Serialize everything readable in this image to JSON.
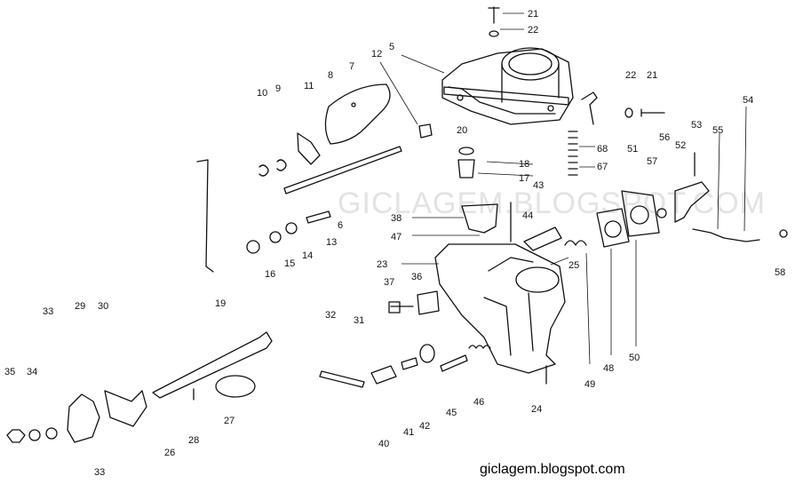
{
  "watermark": "GICLAGEM.BLOGSPOT.COM",
  "footer": "giclagem.blogspot.com",
  "colors": {
    "ink": "#111111",
    "watermark": "#e3e3e3",
    "background": "#ffffff"
  },
  "labels": {
    "l21a": "21",
    "l22a": "22",
    "l5": "5",
    "l12": "12",
    "l7": "7",
    "l8": "8",
    "l11": "11",
    "l9": "9",
    "l10": "10",
    "l20": "20",
    "l22b": "22",
    "l21b": "21",
    "l54": "54",
    "l53": "53",
    "l56": "56",
    "l52": "52",
    "l55": "55",
    "l51": "51",
    "l57": "57",
    "l68": "68",
    "l67": "67",
    "l18": "18",
    "l17": "17",
    "l43": "43",
    "l38": "38",
    "l44": "44",
    "l47": "47",
    "l6": "6",
    "l13": "13",
    "l14": "14",
    "l15": "15",
    "l16": "16",
    "l19": "19",
    "l23": "23",
    "l25": "25",
    "l37": "37",
    "l36": "36",
    "l58": "58",
    "l32": "32",
    "l31": "31",
    "l49": "49",
    "l48": "48",
    "l50": "50",
    "l33a": "33",
    "l29": "29",
    "l30": "30",
    "l35": "35",
    "l34": "34",
    "l33b": "33",
    "l26": "26",
    "l28": "28",
    "l27": "27",
    "l40": "40",
    "l41": "41",
    "l42": "42",
    "l45": "45",
    "l46": "46",
    "l24": "24"
  }
}
